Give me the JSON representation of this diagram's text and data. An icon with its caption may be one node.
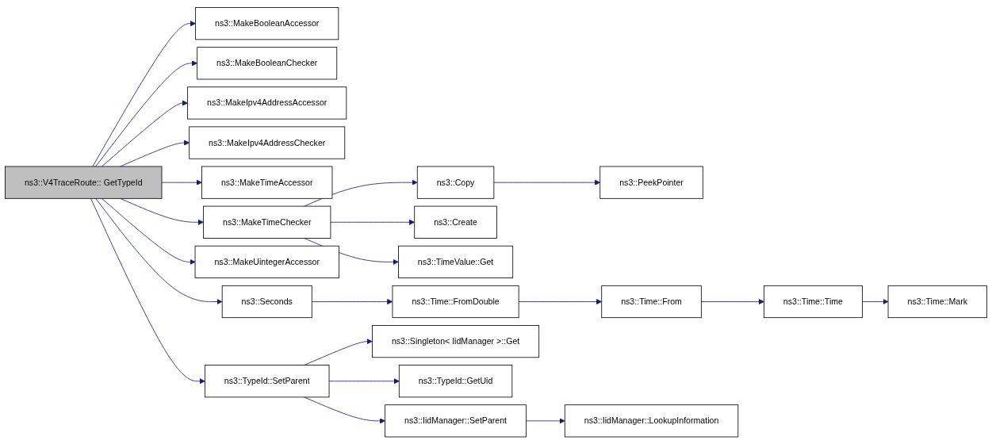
{
  "diagram": {
    "nodes": [
      {
        "text": [
          "ns3::V4TraceRoute:: GetTypeId"
        ]
      },
      {
        "text": [
          "ns3::MakeBooleanAccessor"
        ]
      },
      {
        "text": [
          "ns3::MakeBooleanChecker"
        ]
      },
      {
        "text": [
          "ns3::MakeIpv4AddressAccessor"
        ]
      },
      {
        "text": [
          "ns3::MakeIpv4AddressChecker"
        ]
      },
      {
        "text": [
          "ns3::MakeTimeAccessor"
        ]
      },
      {
        "text": [
          "ns3::MakeTimeChecker"
        ]
      },
      {
        "text": [
          "ns3::MakeUintegerAccessor"
        ]
      },
      {
        "text": [
          "ns3::Seconds"
        ]
      },
      {
        "text": [
          "ns3::TypeId::SetParent"
        ]
      },
      {
        "text": [
          "ns3::Copy"
        ]
      },
      {
        "text": [
          "ns3::Create"
        ]
      },
      {
        "text": [
          "ns3::TimeValue::Get"
        ]
      },
      {
        "text": [
          "ns3::PeekPointer"
        ]
      },
      {
        "text": [
          "ns3::Time::FromDouble"
        ]
      },
      {
        "text": [
          "ns3::Time::From"
        ]
      },
      {
        "text": [
          "ns3::Time::Time"
        ]
      },
      {
        "text": [
          "ns3::Time::Mark"
        ]
      },
      {
        "text": [
          "ns3::Singleton< IidManager >::Get"
        ]
      },
      {
        "text": [
          "ns3::TypeId::GetUid"
        ]
      },
      {
        "text": [
          "ns3::IidManager::SetParent"
        ]
      },
      {
        "text": [
          "ns3::IidManager::LookupInformation"
        ]
      }
    ],
    "edges": [
      {
        "from": 0,
        "to": 1,
        "arrow": "to"
      },
      {
        "from": 0,
        "to": 2,
        "arrow": "to"
      },
      {
        "from": 0,
        "to": 3,
        "arrow": "to"
      },
      {
        "from": 0,
        "to": 4,
        "arrow": "to"
      },
      {
        "from": 0,
        "to": 5,
        "arrow": "to"
      },
      {
        "from": 0,
        "to": 6,
        "arrow": "to"
      },
      {
        "from": 0,
        "to": 7,
        "arrow": "to"
      },
      {
        "from": 0,
        "to": 8,
        "arrow": "to"
      },
      {
        "from": 0,
        "to": 9,
        "arrow": "to"
      },
      {
        "from": 6,
        "to": 10,
        "arrow": "to"
      },
      {
        "from": 6,
        "to": 11,
        "arrow": "to"
      },
      {
        "from": 6,
        "to": 12,
        "arrow": "to"
      },
      {
        "from": 10,
        "to": 13,
        "arrow": "to"
      },
      {
        "from": 8,
        "to": 14,
        "arrow": "to"
      },
      {
        "from": 14,
        "to": 15,
        "arrow": "to"
      },
      {
        "from": 15,
        "to": 16,
        "arrow": "to"
      },
      {
        "from": 16,
        "to": 17,
        "arrow": "to"
      },
      {
        "from": 9,
        "to": 18,
        "arrow": "to"
      },
      {
        "from": 9,
        "to": 19,
        "arrow": "to"
      },
      {
        "from": 9,
        "to": 20,
        "arrow": "to"
      },
      {
        "from": 20,
        "to": 21,
        "arrow": "to"
      }
    ]
  }
}
